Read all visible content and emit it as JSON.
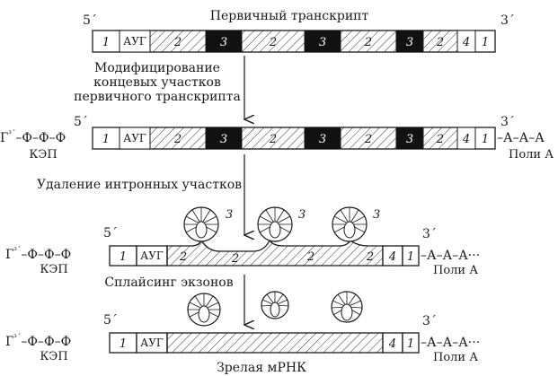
{
  "title": "Первичный транскрипт",
  "prime5": "5´",
  "prime3": "3´",
  "step1": [
    "Модифицирование",
    "концевых участков",
    "первичного транскрипта"
  ],
  "step2": "Удаление интронных участков",
  "step3": "Сплайсинг экзонов",
  "result": "Зрелая мРНК",
  "cap_chain": "Г³´–Ф–Ф–Ф",
  "cap_chain_sup": "³´",
  "cap_g": "Г",
  "cap_rest": "–Ф–Ф–Ф",
  "cap_label": "КЭП",
  "polya_chain": "–А–А–А",
  "polya_chain_dots": "–А–А–А···",
  "polya_label": "Поли А",
  "seg": {
    "one": "1",
    "aug": "АУГ",
    "two": "2",
    "three": "3",
    "four": "4"
  },
  "colors": {
    "line": "#1a1a1a",
    "exon_dark": "#111111",
    "hatch": "#333333",
    "bg": "#ffffff"
  }
}
